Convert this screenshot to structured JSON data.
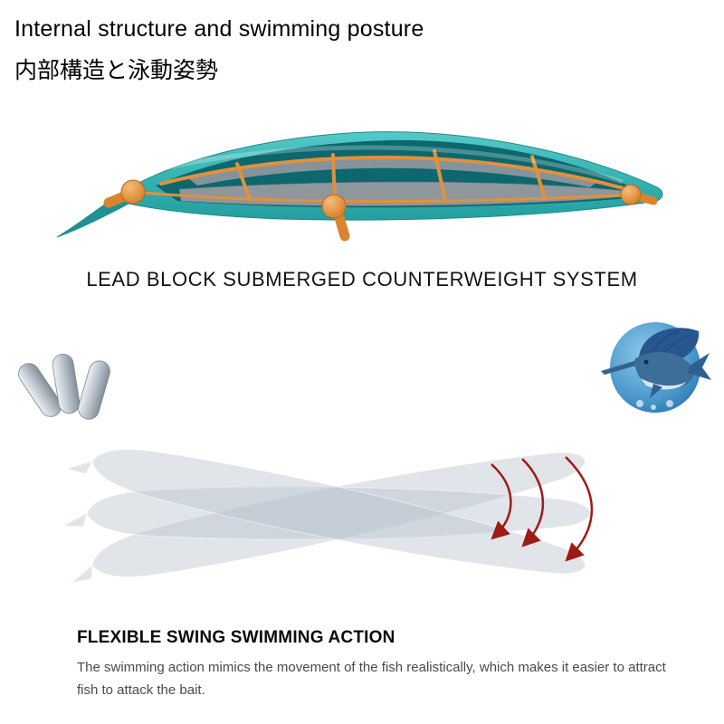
{
  "header": {
    "title_en": "Internal structure and swimming posture",
    "title_ja": "内部構造と泳動姿勢"
  },
  "counterweight": {
    "caption": "LEAD BLOCK SUBMERGED COUNTERWEIGHT SYSTEM"
  },
  "swimming": {
    "heading": "FLEXIBLE SWING SWIMMING ACTION",
    "description": "The swimming action mimics the movement of the fish realistically, which makes it easier to attract fish to attack the bait."
  },
  "colors": {
    "lure_body_teal": "#34b1b1",
    "lure_cavity_teal": "#0c686e",
    "internal_frame_orange": "#e0913c",
    "panel_gray": "#8d979c",
    "weight_silver": "#b9c1cb",
    "ghost_lure_gray": "#b8c2cd",
    "swing_arrow_red": "#9e1a15",
    "badge_blue": "#2679b5"
  }
}
